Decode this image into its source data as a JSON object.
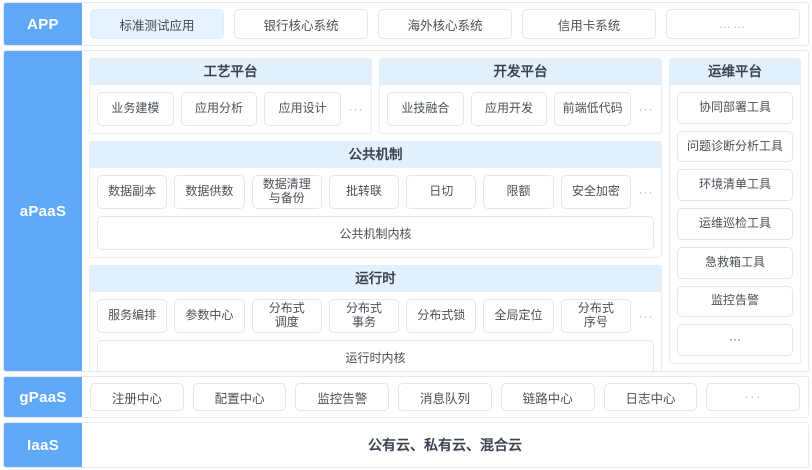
{
  "rows": {
    "app": {
      "label": "APP",
      "items": [
        {
          "text": "标准测试应用",
          "active": true
        },
        {
          "text": "银行核心系统",
          "active": false
        },
        {
          "text": "海外核心系统",
          "active": false
        },
        {
          "text": "信用卡系统",
          "active": false
        },
        {
          "text": "……",
          "active": false,
          "dots": true
        }
      ]
    },
    "apaas": {
      "label": "aPaaS",
      "craft_platform": {
        "title": "工艺平台",
        "items": [
          "业务建模",
          "应用分析",
          "应用设计"
        ],
        "more": "···"
      },
      "dev_platform": {
        "title": "开发平台",
        "items": [
          "业技融合",
          "应用开发",
          "前端低代码"
        ],
        "more": "···"
      },
      "common_mechanism": {
        "title": "公共机制",
        "items": [
          "数据副本",
          "数据供数",
          "数据清理\n与备份",
          "批转联",
          "日切",
          "限额",
          "安全加密"
        ],
        "more": "···",
        "kernel": "公共机制内核"
      },
      "runtime": {
        "title": "运行时",
        "items": [
          "服务编排",
          "参数中心",
          "分布式\n调度",
          "分布式\n事务",
          "分布式锁",
          "全局定位",
          "分布式\n序号"
        ],
        "more": "···",
        "kernel": "运行时内核"
      },
      "ops_platform": {
        "title": "运维平台",
        "items": [
          "协同部署工具",
          "问题诊断分析工具",
          "环境清单工具",
          "运维巡检工具",
          "急救箱工具",
          "监控告警",
          "···"
        ]
      }
    },
    "gpaas": {
      "label": "gPaaS",
      "items": [
        {
          "text": "注册中心"
        },
        {
          "text": "配置中心"
        },
        {
          "text": "监控告警"
        },
        {
          "text": "消息队列"
        },
        {
          "text": "链路中心"
        },
        {
          "text": "日志中心"
        },
        {
          "text": "···",
          "dots": true
        }
      ]
    },
    "iaas": {
      "label": "IaaS",
      "text": "公有云、私有云、混合云"
    }
  },
  "colors": {
    "sidebar_blue": "#5fa9f8",
    "header_blue": "#e2f0fc",
    "chip_active": "#e6f2fd",
    "border": "#e4e6ea"
  }
}
